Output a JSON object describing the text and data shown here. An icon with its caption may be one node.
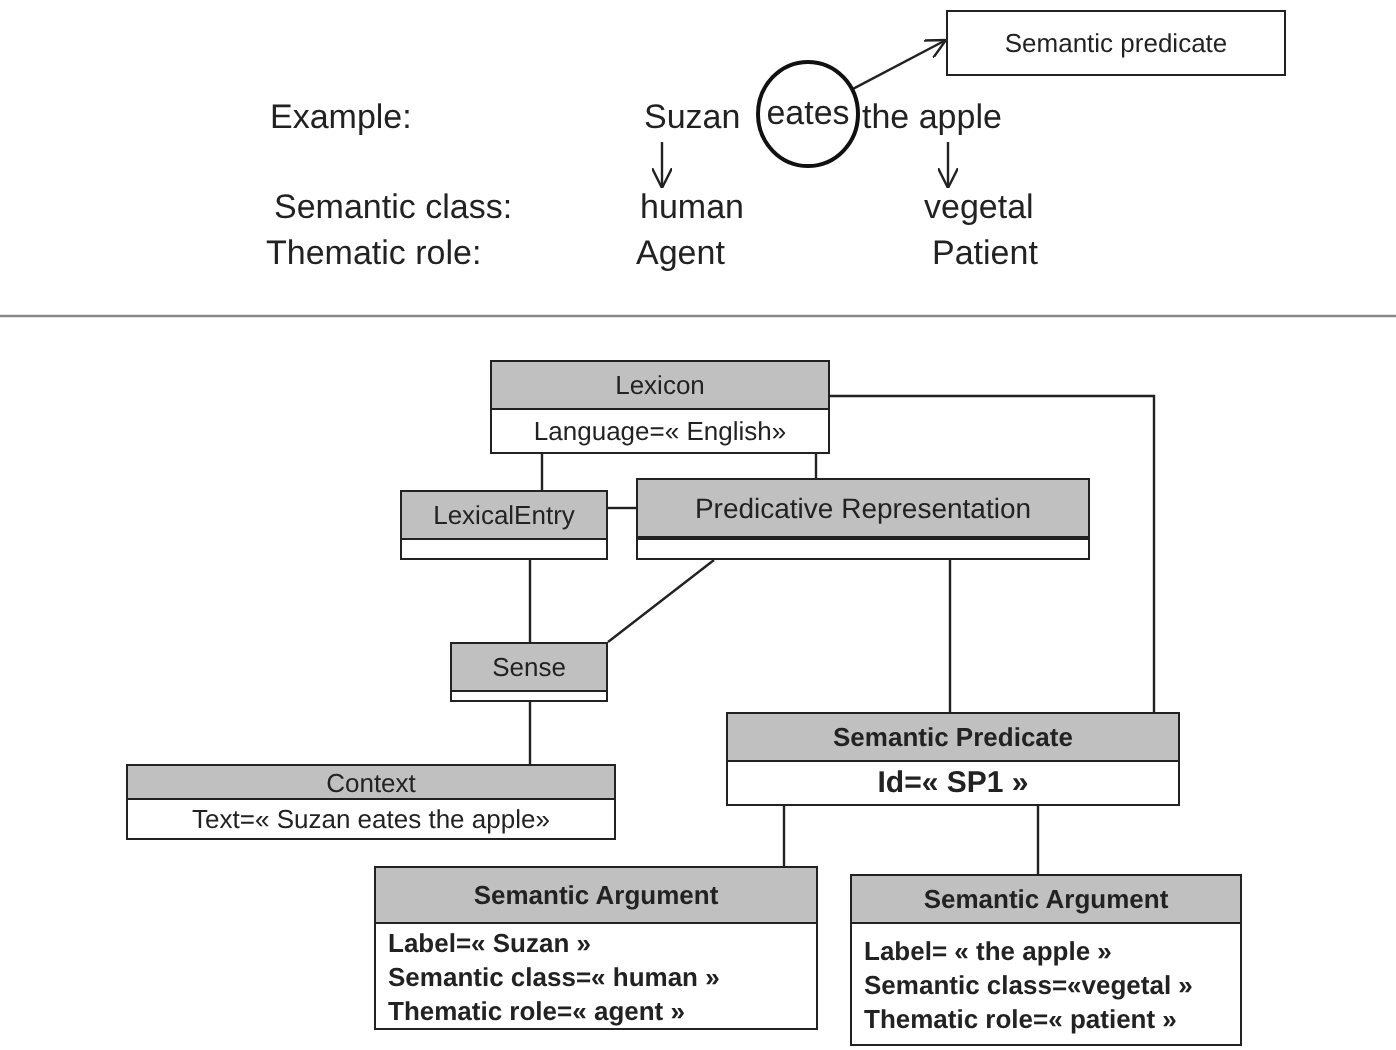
{
  "diagram": {
    "nodes": [
      {
        "text": [
          "Semantic predicate"
        ]
      },
      {
        "text": [
          "eates"
        ]
      },
      {
        "text": [
          "Suzan"
        ]
      },
      {
        "text": [
          "the apple"
        ]
      },
      {
        "text": [
          "human"
        ]
      },
      {
        "text": [
          "vegetal"
        ]
      },
      {
        "text": [
          "Lexicon",
          "Language=« English»"
        ]
      },
      {
        "text": [
          "LexicalEntry"
        ]
      },
      {
        "text": [
          "Predicative Representation"
        ]
      },
      {
        "text": [
          "Sense"
        ]
      },
      {
        "text": [
          "Context",
          "Text=« Suzan eates the apple»"
        ]
      },
      {
        "text": [
          "Semantic Predicate",
          "Id=« SP1 »"
        ]
      },
      {
        "text": [
          "Semantic Argument",
          "Label=« Suzan »",
          "Semantic class=« human »",
          "Thematic role=« agent »"
        ]
      },
      {
        "text": [
          "Semantic Argument",
          "Label= « the apple »",
          "Semantic class=«vegetal »",
          "Thematic role=« patient »"
        ]
      }
    ],
    "edges": [
      {
        "from": 1,
        "to": 0,
        "arrow": "to"
      },
      {
        "from": 2,
        "to": 4,
        "arrow": "to"
      },
      {
        "from": 3,
        "to": 5,
        "arrow": "to"
      },
      {
        "from": 6,
        "to": 7,
        "arrow": "none"
      },
      {
        "from": 6,
        "to": 8,
        "arrow": "none"
      },
      {
        "from": 7,
        "to": 8,
        "arrow": "none"
      },
      {
        "from": 7,
        "to": 9,
        "arrow": "none"
      },
      {
        "from": 8,
        "to": 9,
        "arrow": "none"
      },
      {
        "from": 8,
        "to": 11,
        "arrow": "none"
      },
      {
        "from": 6,
        "to": 11,
        "arrow": "none"
      },
      {
        "from": 9,
        "to": 10,
        "arrow": "none"
      },
      {
        "from": 11,
        "to": 12,
        "arrow": "none"
      },
      {
        "from": 11,
        "to": 13,
        "arrow": "none"
      }
    ],
    "labels": [
      "Example:",
      "Semantic class:",
      "Thematic role:",
      "Agent",
      "Patient"
    ]
  }
}
